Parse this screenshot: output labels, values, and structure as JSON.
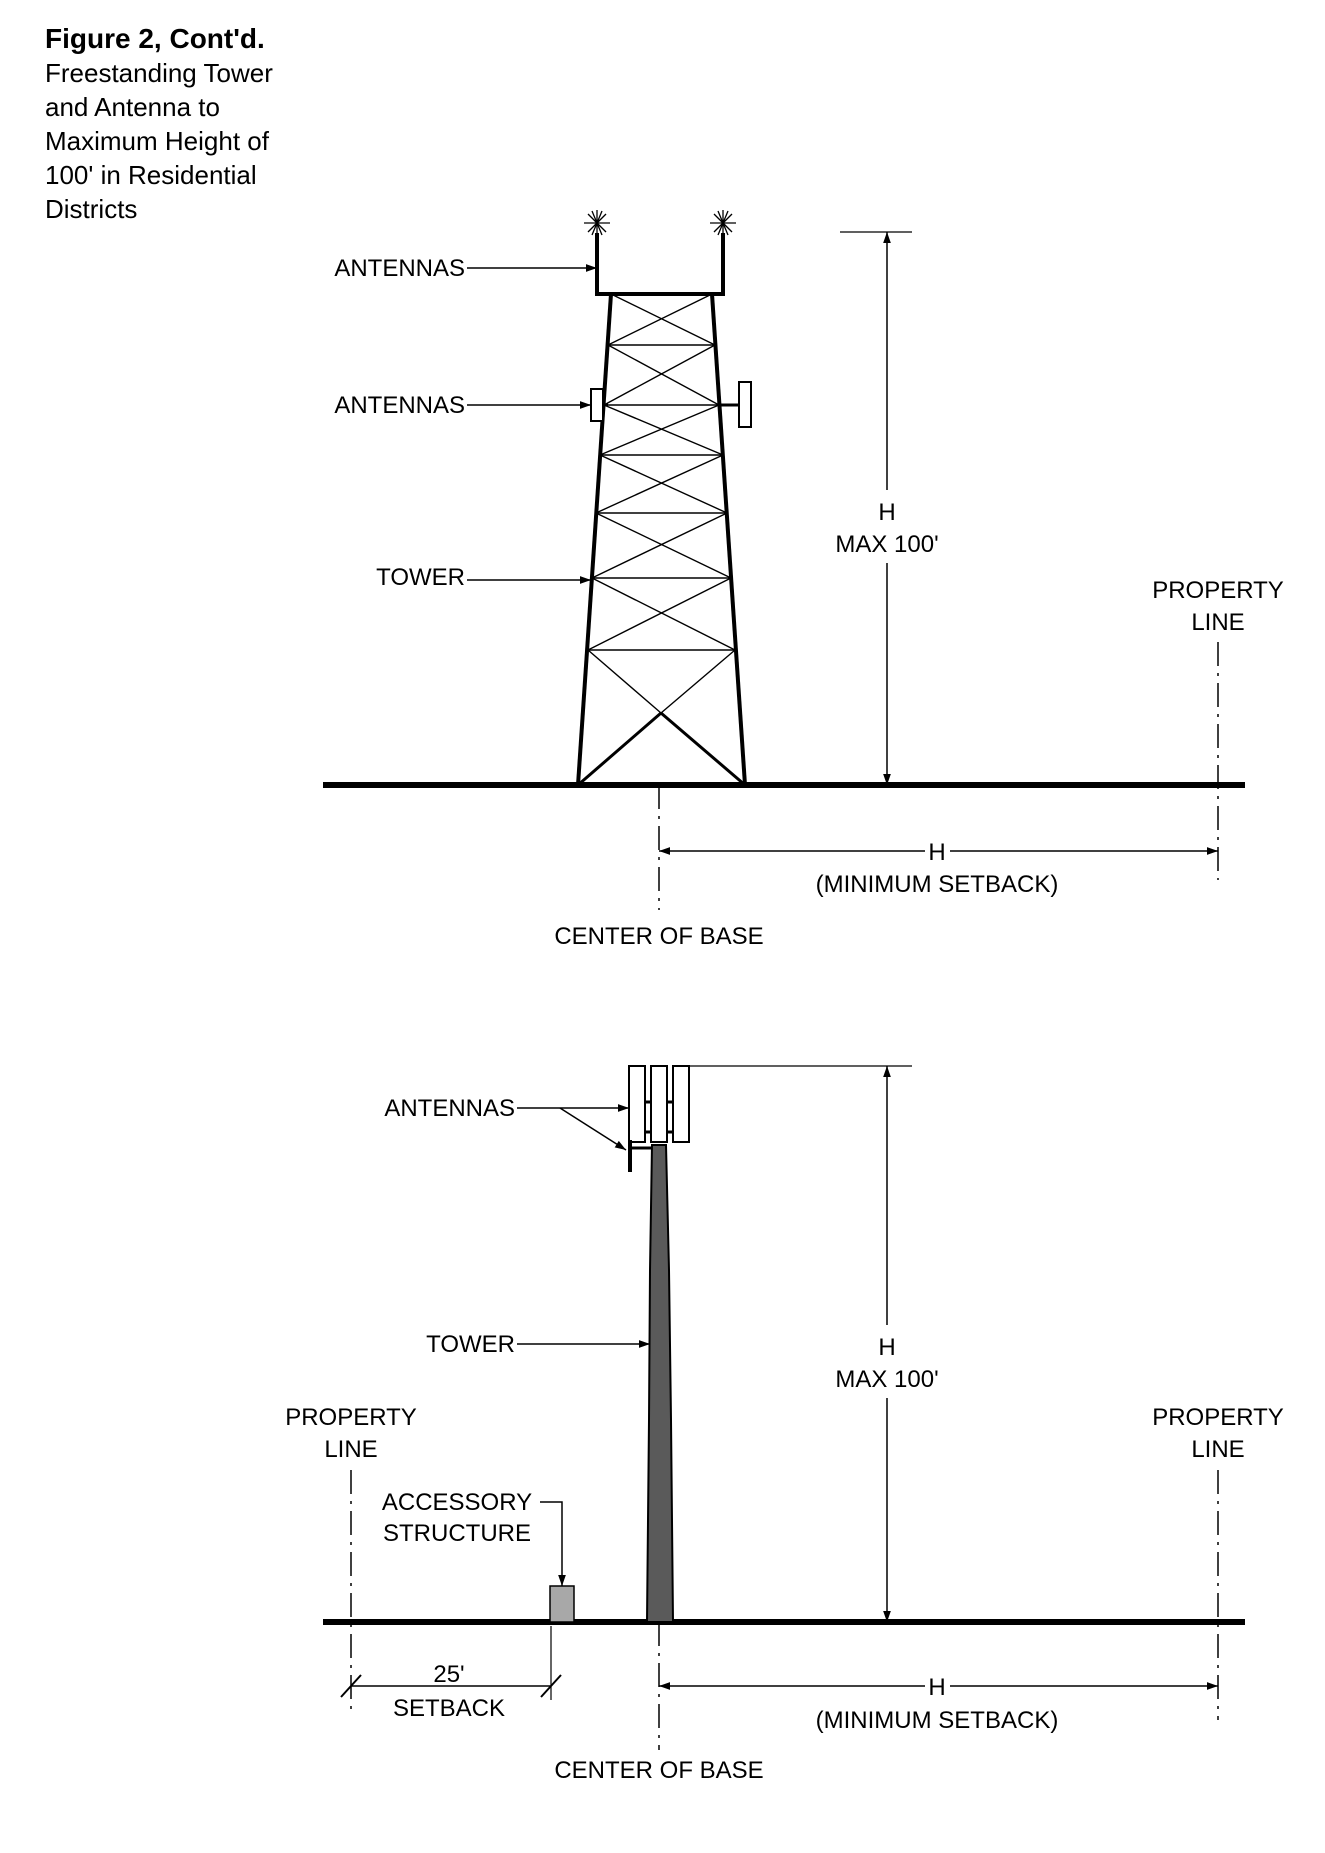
{
  "caption": {
    "title": "Figure 2, Cont'd.",
    "lines": [
      "Freestanding Tower",
      "and Antenna to",
      "Maximum Height of",
      "100' in Residential",
      "Districts"
    ]
  },
  "lattice_tower_diagram": {
    "antennas_top_label": "ANTENNAS",
    "antennas_side_label": "ANTENNAS",
    "tower_label": "TOWER",
    "height_symbol": "H",
    "height_max": "MAX 100'",
    "property_line_label": [
      "PROPERTY",
      "LINE"
    ],
    "setback_symbol": "H",
    "setback_label": "(MINIMUM SETBACK)",
    "center_label": "CENTER OF BASE"
  },
  "monopole_diagram": {
    "antennas_label": "ANTENNAS",
    "tower_label": "TOWER",
    "height_symbol": "H",
    "height_max": "MAX 100'",
    "property_line_left_label": [
      "PROPERTY",
      "LINE"
    ],
    "property_line_right_label": [
      "PROPERTY",
      "LINE"
    ],
    "accessory_label": [
      "ACCESSORY",
      "STRUCTURE"
    ],
    "accessory_setback_value": "25'",
    "accessory_setback_label": "SETBACK",
    "setback_symbol": "H",
    "setback_label": "(MINIMUM SETBACK)",
    "center_label": "CENTER OF BASE"
  },
  "colors": {
    "ink": "#000000",
    "pole_fill": "#5a5a5a",
    "accessory_fill": "#a8a8a8"
  }
}
